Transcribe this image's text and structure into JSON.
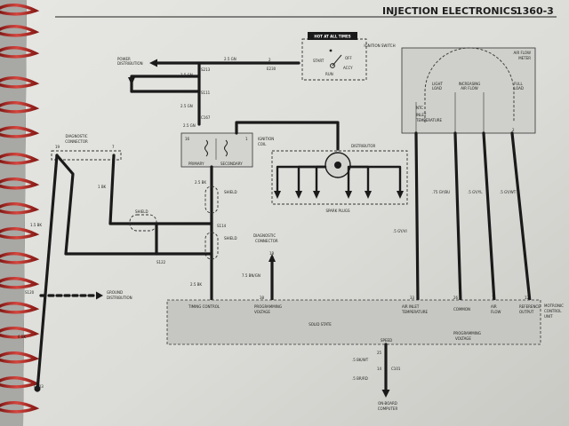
{
  "header": {
    "title": "INJECTION ELECTRONICS",
    "page": "1360-3"
  },
  "ignition_switch": {
    "banner": "HOT AT ALL TIMES",
    "label": "IGNITION SWITCH",
    "pos_start": "START",
    "pos_off": "OFF",
    "pos_acc": "ACCY",
    "pos_run": "RUN"
  },
  "ignition_coil": {
    "label_1": "IGNITION",
    "label_2": "COIL",
    "term_16": "16",
    "term_1": "1",
    "primary": "PRIMARY",
    "secondary": "SECONDARY"
  },
  "diagnostic_left": {
    "label_1": "DIAGNOSTIC",
    "label_2": "CONNECTOR",
    "pin_19": "19",
    "pin_7": "7"
  },
  "diagnostic_center": {
    "label_1": "DIAGNOSTIC",
    "label_2": "CONNECTOR",
    "pin_18": "18"
  },
  "air_flow_meter": {
    "label_1": "AIR FLOW",
    "label_2": "METER",
    "light_1": "LIGHT",
    "light_2": "LOAD",
    "inc_1": "INCREASING",
    "inc_2": "AIR FLOW",
    "full_1": "FULL",
    "full_2": "LOAD",
    "ntc": "NTC",
    "inlet_1": "INLET",
    "inlet_2": "TEMPERATURE",
    "term_2": "2"
  },
  "control_unit": {
    "timing": "TIMING CONTROL",
    "prog_1": "PROGRAMMING",
    "prog_2": "VOLTAGE",
    "solid_state": "SOLID STATE",
    "ait_1": "AIR INLET",
    "ait_2": "TEMPERATURE",
    "common": "COMMON",
    "af_1": "AIR",
    "af_2": "FLOW",
    "ref_1": "REFERENCE",
    "ref_2": "OUTPUT",
    "speed": "SPEED",
    "pin_33": "33",
    "pin_26": "26",
    "pin_7": "7",
    "pin_12": "12",
    "motronic_1": "MOTRONIC",
    "motronic_2": "CONTROL",
    "motronic_3": "UNIT"
  },
  "labels": {
    "power_dist_1": "POWER",
    "power_dist_2": "DISTRIBUTION",
    "w_25gn": "2.5 GN",
    "term_2": "2",
    "e230": "E230",
    "s213": "S213",
    "s111": "S111",
    "c167": "C167",
    "distributor": "DISTRIBUTOR",
    "spark_plugs": "SPARK PLUGS",
    "w_25bk": "2.5 BK",
    "shield": "SHIELD",
    "s114": "S114",
    "s122": "S122",
    "w_1bk": "1 BK",
    "w_15bk": "1.5 BK",
    "s120": "S120",
    "ground_dist_1": "GROUND",
    "ground_dist_2": "DISTRIBUTION",
    "w_6bk": "6 BK",
    "g103": "G103",
    "w_75bngn": "7.5 BN/GN",
    "pin_38": "38",
    "w_5gyvi": ".5 GY/VI",
    "w_75gybu": ".75 GY/BU",
    "w_5gyyl": ".5 GY/YL",
    "w_5gywt": ".5 GY/WT",
    "pin_25": "25",
    "w_5bkwt": ".5 BK/WT",
    "pin_14": "14",
    "c101": "C101",
    "w_5brrd": ".5 BR/RD",
    "obc_1": "ON-BOARD",
    "obc_2": "COMPUTER"
  }
}
